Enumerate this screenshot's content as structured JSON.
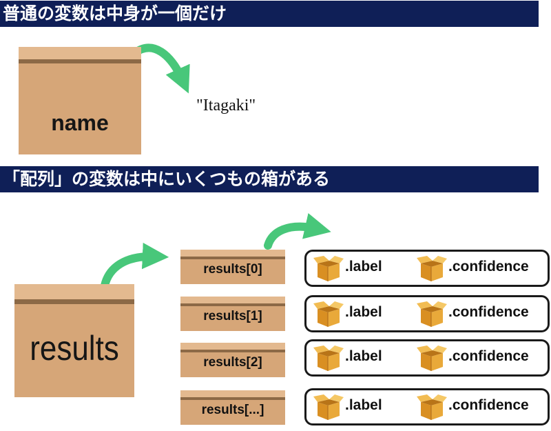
{
  "banners": {
    "simple": "普通の変数は中身が一個だけ",
    "array": "「配列」の変数は中にいくつもの箱がある"
  },
  "simple_variable": {
    "box_label": "name",
    "value": "\"Itagaki\""
  },
  "array_variable": {
    "box_label": "results",
    "elements": [
      {
        "label": "results[0]",
        "attr_label": ".label",
        "attr_confidence": ".confidence"
      },
      {
        "label": "results[1]",
        "attr_label": ".label",
        "attr_confidence": ".confidence"
      },
      {
        "label": "results[2]",
        "attr_label": ".label",
        "attr_confidence": ".confidence"
      },
      {
        "label": "results[...]",
        "attr_label": ".label",
        "attr_confidence": ".confidence"
      }
    ]
  },
  "colors": {
    "banner": "#0f1f57",
    "box": "#d6a678",
    "box_tape": "#8c6946",
    "arrow": "#48c77a",
    "icon_box": "#e9a93a"
  },
  "icons": {
    "small_box": "open-box-icon"
  }
}
